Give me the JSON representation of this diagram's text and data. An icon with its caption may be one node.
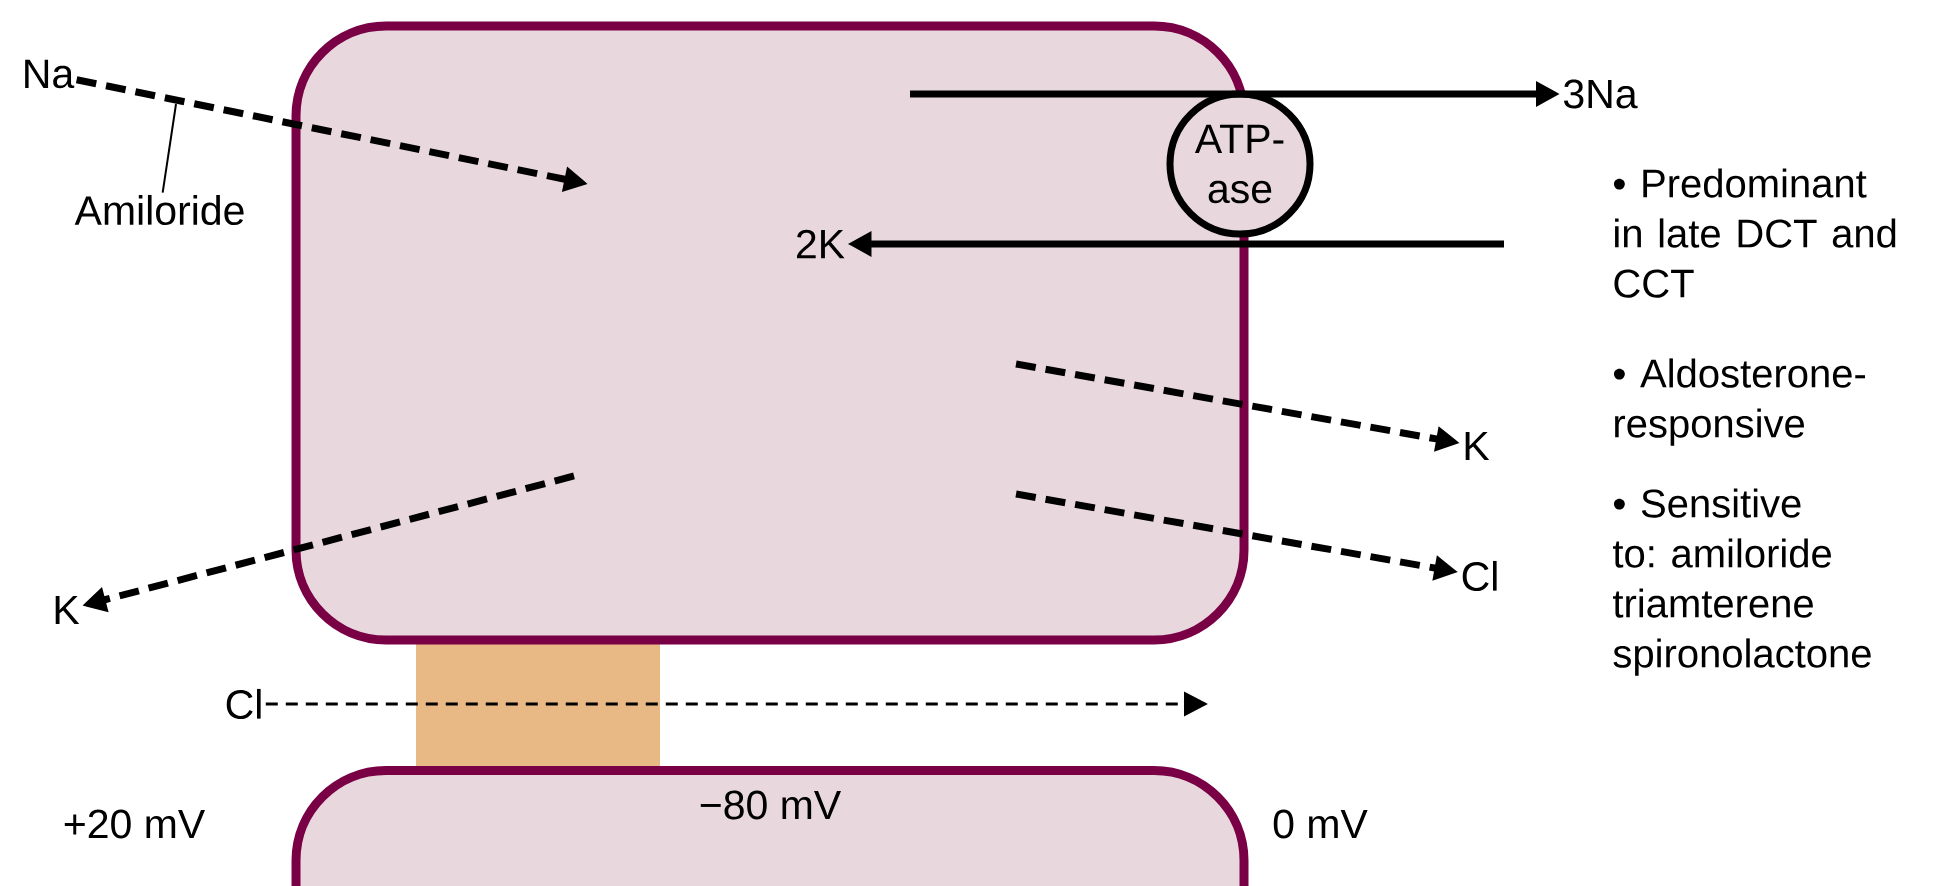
{
  "diagram": {
    "nodes": [
      {
        "text": [],
        "shape": "box"
      },
      {
        "text": [
          "ATP- ase"
        ]
      },
      {
        "text": [
          "Na"
        ]
      },
      {
        "text": [
          "Amiloride"
        ]
      },
      {
        "text": [
          "K"
        ]
      },
      {
        "text": [
          "2K"
        ],
        "in": 0
      },
      {
        "text": [
          "3Na"
        ]
      },
      {
        "text": [
          "K"
        ]
      },
      {
        "text": [
          "Cl"
        ]
      },
      {
        "text": [
          "Cl"
        ]
      },
      {
        "text": [],
        "shape": "box"
      },
      {
        "text": [
          "−80 mV"
        ]
      }
    ],
    "edges": [
      {
        "from": 2,
        "to": null,
        "arrow": "to",
        "style": "dashed"
      },
      {
        "from": 3,
        "to": null,
        "arrow": "none"
      },
      {
        "from": null,
        "to": 4,
        "arrow": "to",
        "style": "dashed"
      },
      {
        "from": null,
        "to": 6,
        "arrow": "to"
      },
      {
        "from": null,
        "to": 5,
        "arrow": "to"
      },
      {
        "from": null,
        "to": 7,
        "arrow": "to",
        "style": "dashed"
      },
      {
        "from": null,
        "to": 8,
        "arrow": "to",
        "style": "dashed"
      },
      {
        "from": 9,
        "to": null,
        "arrow": "to",
        "style": "dashed"
      }
    ],
    "labels": [
      "• Predominant in late DCT and CCT",
      "• Aldosterone-responsive",
      "• Sensitive to: amiloride triamterene spironolactone",
      "+20 mV",
      "0 mV"
    ]
  }
}
